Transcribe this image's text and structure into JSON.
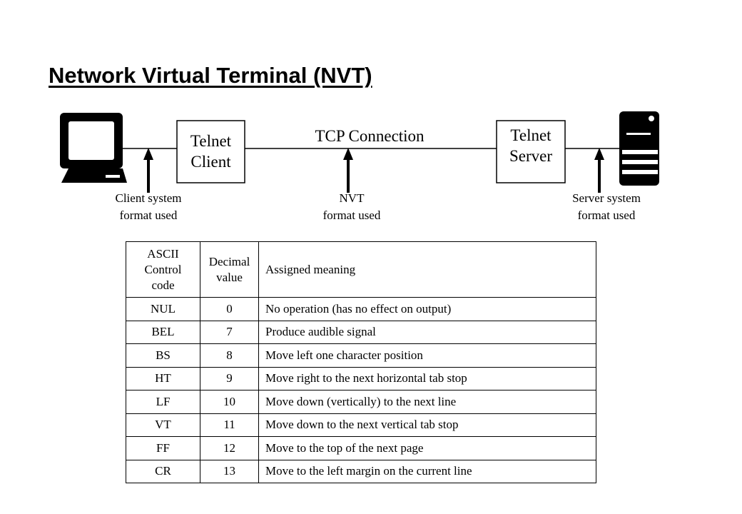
{
  "title": "Network Virtual Terminal (NVT)",
  "diagram": {
    "client_box": "Telnet\nClient",
    "server_box": "Telnet\nServer",
    "connection_label": "TCP Connection",
    "client_format": [
      "Client system",
      "format used"
    ],
    "nvt_format": [
      "NVT",
      "format used"
    ],
    "server_format": [
      "Server system",
      "format used"
    ],
    "client_icon": "computer-terminal-icon",
    "server_icon": "server-tower-icon"
  },
  "table": {
    "headers": {
      "code": [
        "ASCII",
        "Control",
        "code"
      ],
      "value": [
        "Decimal",
        "value"
      ],
      "meaning": "Assigned meaning"
    },
    "rows": [
      {
        "code": "NUL",
        "value": "0",
        "meaning": "No operation (has no effect on output)"
      },
      {
        "code": "BEL",
        "value": "7",
        "meaning": "Produce audible signal"
      },
      {
        "code": "BS",
        "value": "8",
        "meaning": "Move left one character position"
      },
      {
        "code": "HT",
        "value": "9",
        "meaning": "Move right to the next horizontal tab stop"
      },
      {
        "code": "LF",
        "value": "10",
        "meaning": "Move down (vertically) to the next line"
      },
      {
        "code": "VT",
        "value": "11",
        "meaning": "Move down to the next vertical tab stop"
      },
      {
        "code": "FF",
        "value": "12",
        "meaning": "Move to the top of the next page"
      },
      {
        "code": "CR",
        "value": "13",
        "meaning": "Move to the left margin on the current line"
      }
    ]
  }
}
